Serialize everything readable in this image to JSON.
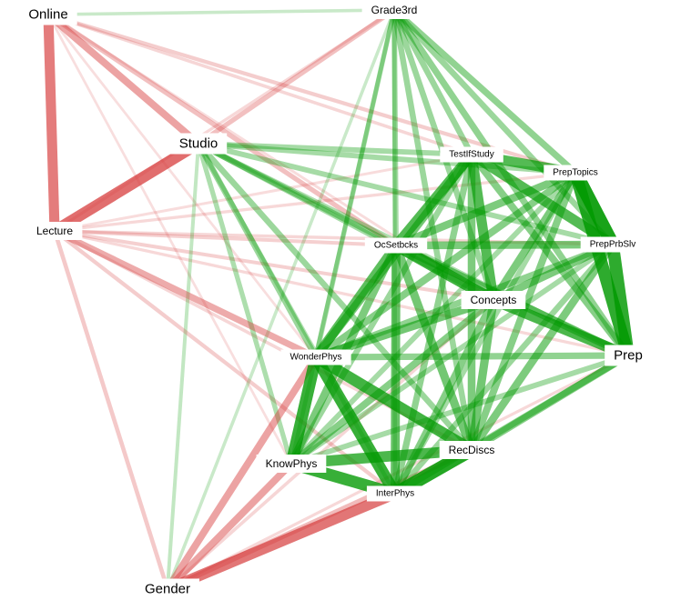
{
  "nodes": [
    {
      "id": "online",
      "label": "Online",
      "size": "large"
    },
    {
      "id": "grade3rd",
      "label": "Grade3rd",
      "size": "medium"
    },
    {
      "id": "studio",
      "label": "Studio",
      "size": "large"
    },
    {
      "id": "lecture",
      "label": "Lecture",
      "size": "medium"
    },
    {
      "id": "testifstudy",
      "label": "TestIfStudy",
      "size": "small"
    },
    {
      "id": "preptopics",
      "label": "PrepTopics",
      "size": "small"
    },
    {
      "id": "ocsetbcks",
      "label": "OcSetbcks",
      "size": "small"
    },
    {
      "id": "prepprbslv",
      "label": "PrepPrbSlv",
      "size": "small"
    },
    {
      "id": "concepts",
      "label": "Concepts",
      "size": "medium"
    },
    {
      "id": "wonderphys",
      "label": "WonderPhys",
      "size": "small"
    },
    {
      "id": "prep",
      "label": "Prep",
      "size": "large"
    },
    {
      "id": "recdiscs",
      "label": "RecDiscs",
      "size": "medium"
    },
    {
      "id": "knowphys",
      "label": "KnowPhys",
      "size": "medium"
    },
    {
      "id": "interphys",
      "label": "InterPhys",
      "size": "small"
    },
    {
      "id": "gender",
      "label": "Gender",
      "size": "large"
    }
  ],
  "colors": {
    "positive": "#009900",
    "negative": "#d63c3c",
    "background": "#ffffff",
    "label_box": "#ffffff"
  },
  "edges": [
    {
      "from": "online",
      "to": "lecture",
      "sign": "neg",
      "strength": 0.7
    },
    {
      "from": "studio",
      "to": "lecture",
      "sign": "neg",
      "strength": 0.8
    },
    {
      "from": "online",
      "to": "studio",
      "sign": "neg",
      "strength": 0.45
    },
    {
      "from": "online",
      "to": "ocsetbcks",
      "sign": "neg",
      "strength": 0.25
    },
    {
      "from": "online",
      "to": "grade3rd",
      "sign": "pos",
      "strength": 0.12
    },
    {
      "from": "online",
      "to": "preptopics",
      "sign": "neg",
      "strength": 0.18
    },
    {
      "from": "online",
      "to": "testifstudy",
      "sign": "neg",
      "strength": 0.12
    },
    {
      "from": "online",
      "to": "concepts",
      "sign": "neg",
      "strength": 0.08
    },
    {
      "from": "online",
      "to": "wonderphys",
      "sign": "neg",
      "strength": 0.06
    },
    {
      "from": "online",
      "to": "knowphys",
      "sign": "neg",
      "strength": 0.06
    },
    {
      "from": "lecture",
      "to": "wonderphys",
      "sign": "neg",
      "strength": 0.4
    },
    {
      "from": "lecture",
      "to": "ocsetbcks",
      "sign": "neg",
      "strength": 0.15
    },
    {
      "from": "lecture",
      "to": "concepts",
      "sign": "neg",
      "strength": 0.15
    },
    {
      "from": "lecture",
      "to": "prep",
      "sign": "neg",
      "strength": 0.1
    },
    {
      "from": "lecture",
      "to": "prepprbslv",
      "sign": "neg",
      "strength": 0.12
    },
    {
      "from": "lecture",
      "to": "gender",
      "sign": "neg",
      "strength": 0.2
    },
    {
      "from": "lecture",
      "to": "interphys",
      "sign": "neg",
      "strength": 0.18
    },
    {
      "from": "lecture",
      "to": "recdiscs",
      "sign": "neg",
      "strength": 0.12
    },
    {
      "from": "lecture",
      "to": "preptopics",
      "sign": "neg",
      "strength": 0.1
    },
    {
      "from": "lecture",
      "to": "testifstudy",
      "sign": "neg",
      "strength": 0.08
    },
    {
      "from": "lecture",
      "to": "grade3rd",
      "sign": "neg",
      "strength": 0.1
    },
    {
      "from": "studio",
      "to": "grade3rd",
      "sign": "neg",
      "strength": 0.25
    },
    {
      "from": "studio",
      "to": "testifstudy",
      "sign": "pos",
      "strength": 0.3
    },
    {
      "from": "studio",
      "to": "preptopics",
      "sign": "pos",
      "strength": 0.3
    },
    {
      "from": "studio",
      "to": "ocsetbcks",
      "sign": "pos",
      "strength": 0.35
    },
    {
      "from": "studio",
      "to": "prepprbslv",
      "sign": "pos",
      "strength": 0.3
    },
    {
      "from": "studio",
      "to": "concepts",
      "sign": "pos",
      "strength": 0.3
    },
    {
      "from": "studio",
      "to": "wonderphys",
      "sign": "pos",
      "strength": 0.35
    },
    {
      "from": "studio",
      "to": "knowphys",
      "sign": "pos",
      "strength": 0.25
    },
    {
      "from": "studio",
      "to": "recdiscs",
      "sign": "pos",
      "strength": 0.35
    },
    {
      "from": "studio",
      "to": "interphys",
      "sign": "pos",
      "strength": 0.2
    },
    {
      "from": "studio",
      "to": "prep",
      "sign": "pos",
      "strength": 0.25
    },
    {
      "from": "studio",
      "to": "gender",
      "sign": "pos",
      "strength": 0.15
    },
    {
      "from": "grade3rd",
      "to": "testifstudy",
      "sign": "pos",
      "strength": 0.35
    },
    {
      "from": "grade3rd",
      "to": "preptopics",
      "sign": "pos",
      "strength": 0.4
    },
    {
      "from": "grade3rd",
      "to": "ocsetbcks",
      "sign": "pos",
      "strength": 0.3
    },
    {
      "from": "grade3rd",
      "to": "prepprbslv",
      "sign": "pos",
      "strength": 0.35
    },
    {
      "from": "grade3rd",
      "to": "concepts",
      "sign": "pos",
      "strength": 0.35
    },
    {
      "from": "grade3rd",
      "to": "prep",
      "sign": "pos",
      "strength": 0.4
    },
    {
      "from": "grade3rd",
      "to": "recdiscs",
      "sign": "pos",
      "strength": 0.35
    },
    {
      "from": "grade3rd",
      "to": "wonderphys",
      "sign": "pos",
      "strength": 0.25
    },
    {
      "from": "grade3rd",
      "to": "interphys",
      "sign": "pos",
      "strength": 0.2
    },
    {
      "from": "grade3rd",
      "to": "knowphys",
      "sign": "pos",
      "strength": 0.2
    },
    {
      "from": "grade3rd",
      "to": "gender",
      "sign": "pos",
      "strength": 0.12
    },
    {
      "from": "testifstudy",
      "to": "preptopics",
      "sign": "pos",
      "strength": 0.7
    },
    {
      "from": "testifstudy",
      "to": "prepprbslv",
      "sign": "pos",
      "strength": 0.7
    },
    {
      "from": "testifstudy",
      "to": "ocsetbcks",
      "sign": "pos",
      "strength": 0.7
    },
    {
      "from": "testifstudy",
      "to": "concepts",
      "sign": "pos",
      "strength": 0.7
    },
    {
      "from": "testifstudy",
      "to": "wonderphys",
      "sign": "pos",
      "strength": 0.55
    },
    {
      "from": "testifstudy",
      "to": "recdiscs",
      "sign": "pos",
      "strength": 0.5
    },
    {
      "from": "testifstudy",
      "to": "prep",
      "sign": "pos",
      "strength": 0.45
    },
    {
      "from": "testifstudy",
      "to": "interphys",
      "sign": "pos",
      "strength": 0.4
    },
    {
      "from": "testifstudy",
      "to": "knowphys",
      "sign": "pos",
      "strength": 0.35
    },
    {
      "from": "preptopics",
      "to": "prepprbslv",
      "sign": "pos",
      "strength": 1.0
    },
    {
      "from": "preptopics",
      "to": "prep",
      "sign": "pos",
      "strength": 0.9
    },
    {
      "from": "preptopics",
      "to": "ocsetbcks",
      "sign": "pos",
      "strength": 0.5
    },
    {
      "from": "preptopics",
      "to": "concepts",
      "sign": "pos",
      "strength": 0.5
    },
    {
      "from": "preptopics",
      "to": "wonderphys",
      "sign": "pos",
      "strength": 0.45
    },
    {
      "from": "preptopics",
      "to": "recdiscs",
      "sign": "pos",
      "strength": 0.45
    },
    {
      "from": "preptopics",
      "to": "knowphys",
      "sign": "pos",
      "strength": 0.3
    },
    {
      "from": "preptopics",
      "to": "interphys",
      "sign": "pos",
      "strength": 0.3
    },
    {
      "from": "prepprbslv",
      "to": "prep",
      "sign": "pos",
      "strength": 0.9
    },
    {
      "from": "prepprbslv",
      "to": "ocsetbcks",
      "sign": "pos",
      "strength": 0.5
    },
    {
      "from": "prepprbslv",
      "to": "concepts",
      "sign": "pos",
      "strength": 0.5
    },
    {
      "from": "prepprbslv",
      "to": "recdiscs",
      "sign": "pos",
      "strength": 0.5
    },
    {
      "from": "prepprbslv",
      "to": "wonderphys",
      "sign": "pos",
      "strength": 0.4
    },
    {
      "from": "prepprbslv",
      "to": "interphys",
      "sign": "pos",
      "strength": 0.35
    },
    {
      "from": "prepprbslv",
      "to": "knowphys",
      "sign": "pos",
      "strength": 0.3
    },
    {
      "from": "ocsetbcks",
      "to": "concepts",
      "sign": "pos",
      "strength": 0.8
    },
    {
      "from": "ocsetbcks",
      "to": "wonderphys",
      "sign": "pos",
      "strength": 0.65
    },
    {
      "from": "ocsetbcks",
      "to": "recdiscs",
      "sign": "pos",
      "strength": 0.55
    },
    {
      "from": "ocsetbcks",
      "to": "interphys",
      "sign": "pos",
      "strength": 0.6
    },
    {
      "from": "ocsetbcks",
      "to": "knowphys",
      "sign": "pos",
      "strength": 0.5
    },
    {
      "from": "ocsetbcks",
      "to": "prep",
      "sign": "pos",
      "strength": 0.5
    },
    {
      "from": "concepts",
      "to": "prep",
      "sign": "pos",
      "strength": 0.75
    },
    {
      "from": "concepts",
      "to": "wonderphys",
      "sign": "pos",
      "strength": 0.55
    },
    {
      "from": "concepts",
      "to": "recdiscs",
      "sign": "pos",
      "strength": 0.55
    },
    {
      "from": "concepts",
      "to": "interphys",
      "sign": "pos",
      "strength": 0.45
    },
    {
      "from": "concepts",
      "to": "knowphys",
      "sign": "pos",
      "strength": 0.45
    },
    {
      "from": "prep",
      "to": "wonderphys",
      "sign": "pos",
      "strength": 0.4
    },
    {
      "from": "prep",
      "to": "recdiscs",
      "sign": "pos",
      "strength": 0.45
    },
    {
      "from": "prep",
      "to": "interphys",
      "sign": "pos",
      "strength": 0.4
    },
    {
      "from": "prep",
      "to": "knowphys",
      "sign": "pos",
      "strength": 0.3
    },
    {
      "from": "wonderphys",
      "to": "knowphys",
      "sign": "pos",
      "strength": 0.85
    },
    {
      "from": "wonderphys",
      "to": "interphys",
      "sign": "pos",
      "strength": 0.85
    },
    {
      "from": "wonderphys",
      "to": "recdiscs",
      "sign": "pos",
      "strength": 0.8
    },
    {
      "from": "knowphys",
      "to": "recdiscs",
      "sign": "pos",
      "strength": 0.75
    },
    {
      "from": "knowphys",
      "to": "interphys",
      "sign": "pos",
      "strength": 0.85
    },
    {
      "from": "recdiscs",
      "to": "interphys",
      "sign": "pos",
      "strength": 0.95
    },
    {
      "from": "gender",
      "to": "interphys",
      "sign": "neg",
      "strength": 0.75
    },
    {
      "from": "gender",
      "to": "knowphys",
      "sign": "neg",
      "strength": 0.45
    },
    {
      "from": "gender",
      "to": "wonderphys",
      "sign": "neg",
      "strength": 0.45
    },
    {
      "from": "gender",
      "to": "recdiscs",
      "sign": "neg",
      "strength": 0.3
    },
    {
      "from": "gender",
      "to": "concepts",
      "sign": "neg",
      "strength": 0.12
    },
    {
      "from": "gender",
      "to": "prep",
      "sign": "neg",
      "strength": 0.1
    }
  ]
}
